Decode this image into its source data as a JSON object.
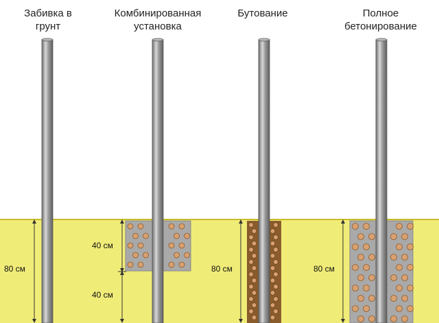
{
  "captions": {
    "ground": "Забивка в\nгрунт",
    "combined": "Комбинированная\nустановка",
    "rubble": "Бутование",
    "concrete": "Полное\nбетонирование"
  },
  "dimensions": {
    "ground_depth": "80 см",
    "combined_upper": "40 см",
    "combined_lower": "40 см",
    "rubble_depth": "80 см",
    "concrete_depth": "80 см"
  },
  "colors": {
    "soil": "#f0ec78",
    "soil_edge": "#b8a800",
    "pipe": "#8f8f8f",
    "pipe_highlight": "#d8d8d8",
    "concrete_fill": "#a9a9a9",
    "rubble_fill": "#8a5c2c",
    "aggregate": "#d9a070"
  }
}
